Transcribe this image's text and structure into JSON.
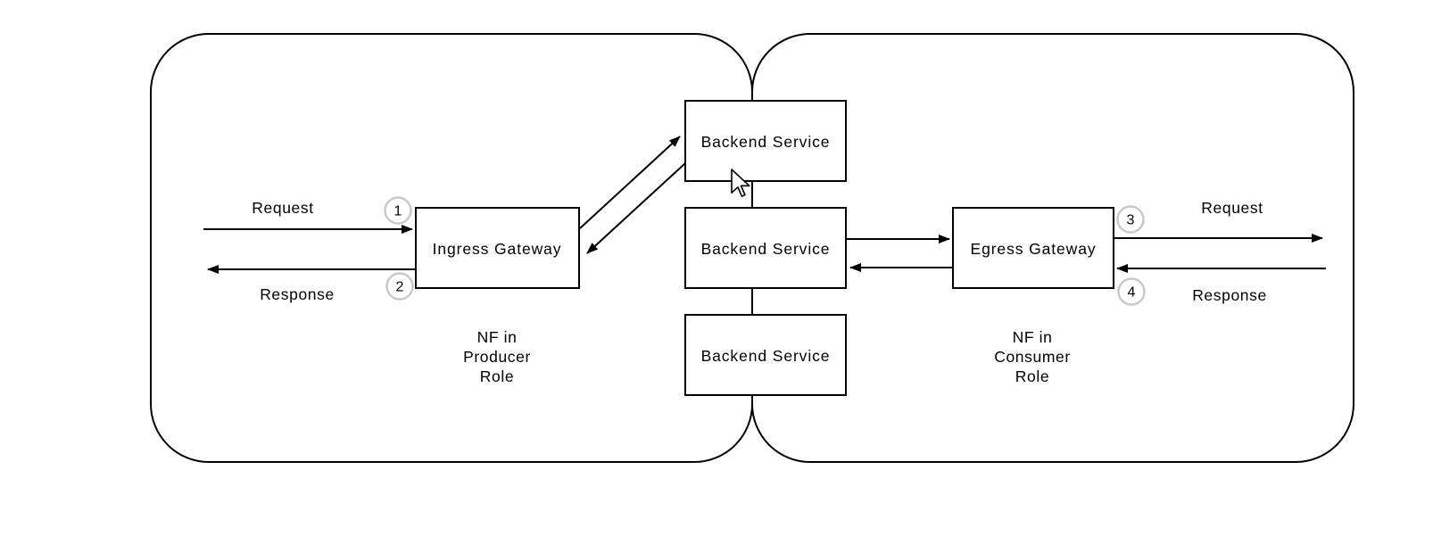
{
  "diagram": {
    "background_color": "#ffffff",
    "line_color": "#000000",
    "node_fill_color": "#ffffff",
    "step_circle_color": "#c9c9c9",
    "regions": {
      "producer": {
        "lines": [
          "NF in",
          "Producer",
          "Role"
        ]
      },
      "consumer": {
        "lines": [
          "NF in",
          "Consumer",
          "Role"
        ]
      }
    },
    "nodes": {
      "ingress": {
        "label": "Ingress Gateway"
      },
      "egress": {
        "label": "Egress Gateway"
      },
      "backend_top": {
        "label": "Backend Service"
      },
      "backend_mid": {
        "label": "Backend Service"
      },
      "backend_bottom": {
        "label": "Backend Service"
      }
    },
    "flows": {
      "producer_request": {
        "label": "Request",
        "step": "1"
      },
      "producer_response": {
        "label": "Response",
        "step": "2"
      },
      "consumer_request": {
        "label": "Request",
        "step": "3"
      },
      "consumer_response": {
        "label": "Response",
        "step": "4"
      }
    }
  }
}
